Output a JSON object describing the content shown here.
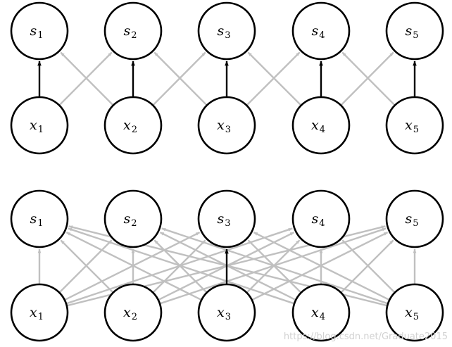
{
  "panels": [
    {
      "id": "sparse",
      "outputs": [
        {
          "var": "s",
          "sub": "1"
        },
        {
          "var": "s",
          "sub": "2"
        },
        {
          "var": "s",
          "sub": "3"
        },
        {
          "var": "s",
          "sub": "4"
        },
        {
          "var": "s",
          "sub": "5"
        }
      ],
      "inputs": [
        {
          "var": "x",
          "sub": "1"
        },
        {
          "var": "x",
          "sub": "2"
        },
        {
          "var": "x",
          "sub": "3"
        },
        {
          "var": "x",
          "sub": "4"
        },
        {
          "var": "x",
          "sub": "5"
        }
      ],
      "edges": [
        {
          "from": 0,
          "to": 0,
          "highlight": true
        },
        {
          "from": 0,
          "to": 1,
          "highlight": false
        },
        {
          "from": 1,
          "to": 0,
          "highlight": false
        },
        {
          "from": 1,
          "to": 1,
          "highlight": true
        },
        {
          "from": 1,
          "to": 2,
          "highlight": false
        },
        {
          "from": 2,
          "to": 1,
          "highlight": false
        },
        {
          "from": 2,
          "to": 2,
          "highlight": true
        },
        {
          "from": 2,
          "to": 3,
          "highlight": false
        },
        {
          "from": 3,
          "to": 2,
          "highlight": false
        },
        {
          "from": 3,
          "to": 3,
          "highlight": true
        },
        {
          "from": 3,
          "to": 4,
          "highlight": false
        },
        {
          "from": 4,
          "to": 3,
          "highlight": false
        },
        {
          "from": 4,
          "to": 4,
          "highlight": true
        }
      ]
    },
    {
      "id": "dense",
      "outputs": [
        {
          "var": "s",
          "sub": "1"
        },
        {
          "var": "s",
          "sub": "2"
        },
        {
          "var": "s",
          "sub": "3"
        },
        {
          "var": "s",
          "sub": "4"
        },
        {
          "var": "s",
          "sub": "5"
        }
      ],
      "inputs": [
        {
          "var": "x",
          "sub": "1"
        },
        {
          "var": "x",
          "sub": "2"
        },
        {
          "var": "x",
          "sub": "3"
        },
        {
          "var": "x",
          "sub": "4"
        },
        {
          "var": "x",
          "sub": "5"
        }
      ],
      "edges": "all",
      "highlight_edge": {
        "from": 2,
        "to": 2
      }
    }
  ],
  "colors": {
    "highlight": "#000000",
    "normal": "#c0c0c0",
    "node_stroke": "#000000",
    "node_fill": "#ffffff"
  },
  "watermark": "https://blog.csdn.net/Graduate2015"
}
